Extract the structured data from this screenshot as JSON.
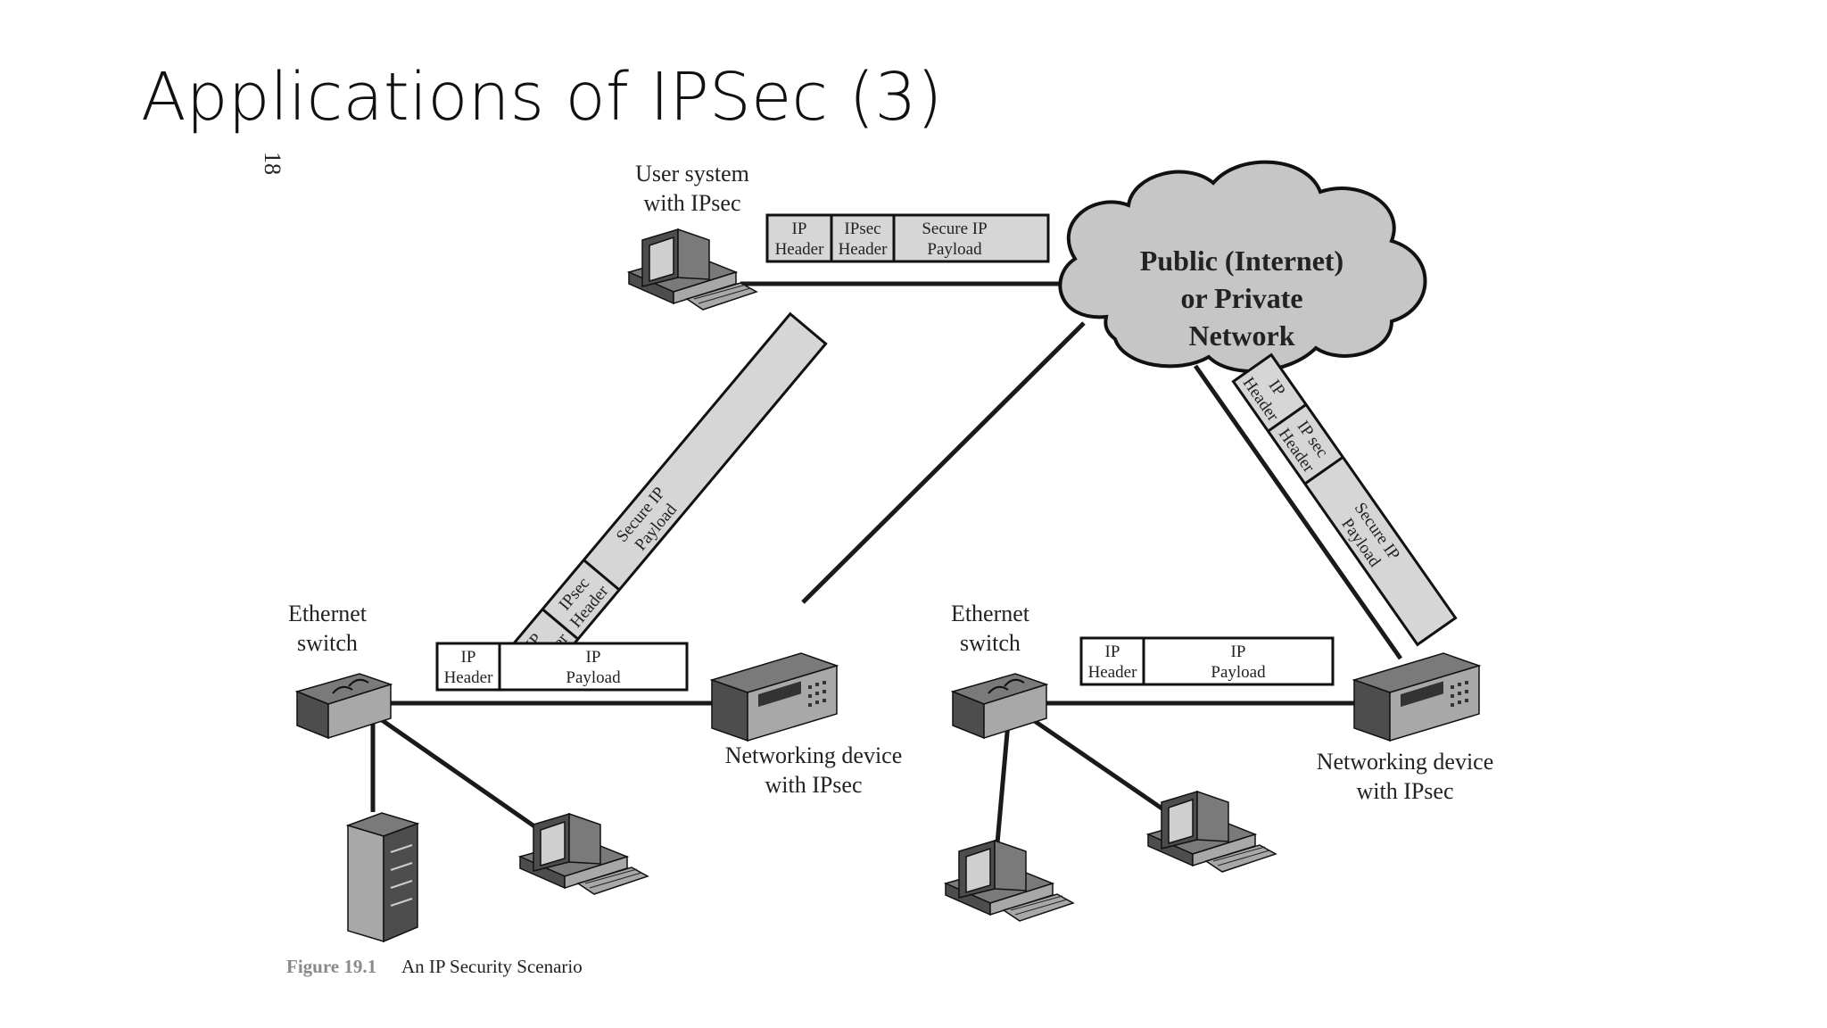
{
  "slide": {
    "title": "Applications of IPSec (3)",
    "page_marker": "18"
  },
  "cloud": {
    "line1": "Public (Internet)",
    "line2": "or Private",
    "line3": "Network"
  },
  "user_system": {
    "label_line1": "User system",
    "label_line2": "with IPsec"
  },
  "left_site": {
    "switch_label_line1": "Ethernet",
    "switch_label_line2": "switch",
    "device_label_line1": "Networking device",
    "device_label_line2": "with IPsec"
  },
  "right_site": {
    "switch_label_line1": "Ethernet",
    "switch_label_line2": "switch",
    "device_label_line1": "Networking device",
    "device_label_line2": "with IPsec"
  },
  "packets": {
    "secure_top": {
      "ip_header": [
        "IP",
        "Header"
      ],
      "ipsec_header": [
        "IPsec",
        "Header"
      ],
      "payload": [
        "Secure IP",
        "Payload"
      ]
    },
    "secure_left": {
      "ip_header": [
        "IP",
        "Header"
      ],
      "ipsec_header": [
        "IPsec",
        "Header"
      ],
      "payload": [
        "Secure IP",
        "Payload"
      ]
    },
    "secure_right": {
      "ip_header": [
        "IP",
        "Header"
      ],
      "ipsec_header": [
        "IP sec",
        "Header"
      ],
      "payload": [
        "Secure IP",
        "Payload"
      ]
    },
    "plain_left": {
      "ip_header": [
        "IP",
        "Header"
      ],
      "payload": [
        "IP",
        "Payload"
      ]
    },
    "plain_right": {
      "ip_header": [
        "IP",
        "Header"
      ],
      "payload": [
        "IP",
        "Payload"
      ]
    }
  },
  "caption": {
    "figure_number": "Figure 19.1",
    "text": "An IP Security Scenario"
  }
}
